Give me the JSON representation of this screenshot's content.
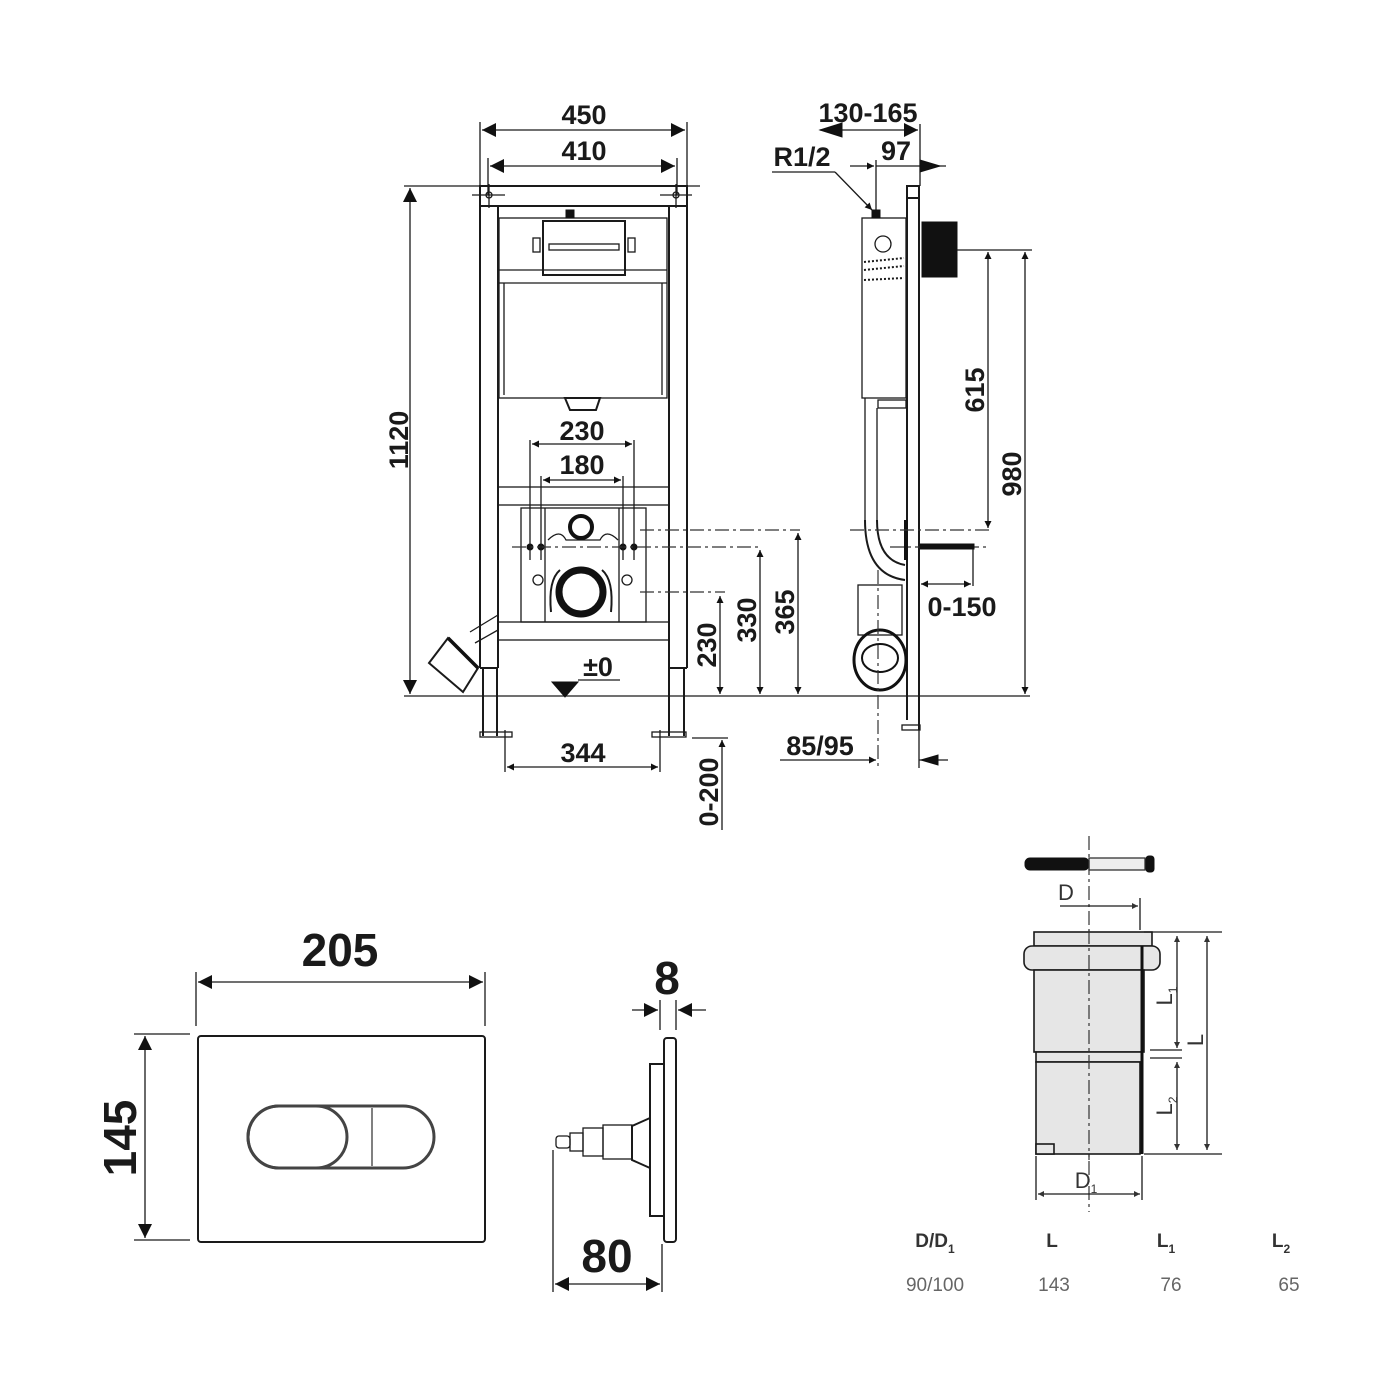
{
  "front_view": {
    "width_outer": "450",
    "width_inner": "410",
    "height_total": "1120",
    "bolt_spacing_outer": "230",
    "bolt_spacing_inner": "180",
    "floor_level": "±0",
    "feet_spacing": "344",
    "drain_height": "230",
    "supply_height": "330",
    "top_bolt_height": "365",
    "foot_adjust": "0-200"
  },
  "side_view": {
    "depth_range": "130-165",
    "depth_inlet": "97",
    "inlet_thread": "R1/2",
    "flush_plate_height": "615",
    "flush_plate_top": "980",
    "wall_offset": "0-150",
    "drain_offset": "85/95"
  },
  "flush_plate": {
    "width": "205",
    "height": "145",
    "thickness": "8",
    "depth": "80"
  },
  "pipe_connector": {
    "labels": {
      "D": "D",
      "D1": "D",
      "D1_sub": "1",
      "L": "L",
      "L1": "L",
      "L1_sub": "1",
      "L2": "L",
      "L2_sub": "2"
    },
    "table": {
      "headers": [
        {
          "main": "D/D",
          "sub": "1"
        },
        {
          "main": "L",
          "sub": ""
        },
        {
          "main": "L",
          "sub": "1"
        },
        {
          "main": "L",
          "sub": "2"
        }
      ],
      "rows": [
        [
          "90/100",
          "143",
          "76",
          "65"
        ]
      ]
    }
  }
}
